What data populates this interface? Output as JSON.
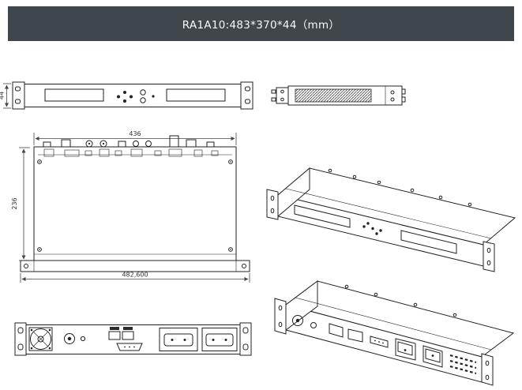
{
  "title_bar": {
    "title": "RA1A10:483*370*44（mm）"
  },
  "dimensions": {
    "front_height_mm": "44",
    "top_width_mm": "436",
    "top_depth_mm": "236",
    "overall_width_mm": "482,600"
  },
  "colors": {
    "title_bar_background": "#3f464c",
    "title_text": "#fafafa",
    "line": "#222222",
    "page_background": "#ffffff"
  }
}
